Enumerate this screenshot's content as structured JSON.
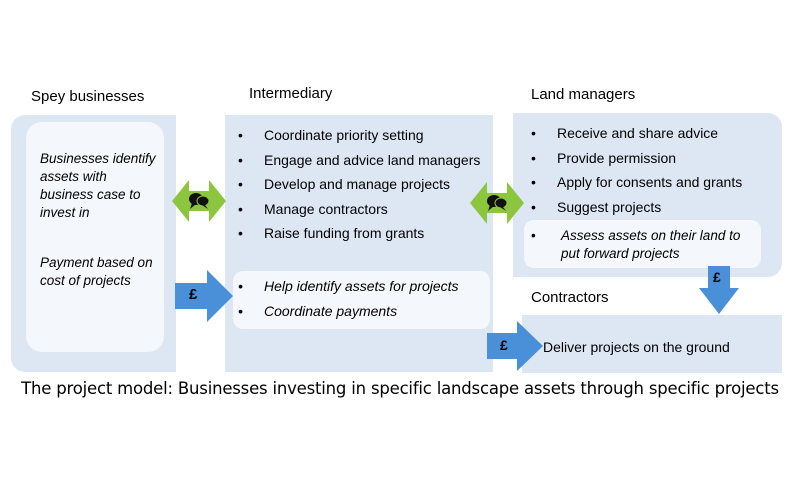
{
  "headings": {
    "spey": "Spey businesses",
    "intermediary": "Intermediary",
    "land_managers": "Land managers",
    "contractors": "Contractors"
  },
  "spey": {
    "text1": "Businesses identify assets with business case to invest in",
    "text2": "Payment based on cost of projects"
  },
  "intermediary": {
    "items": [
      "Coordinate priority setting",
      "Engage and advice land managers",
      "Develop and manage projects",
      "Manage contractors",
      "Raise funding from grants"
    ],
    "sub_items": [
      "Help identify assets for projects",
      "Coordinate payments"
    ]
  },
  "land_managers": {
    "items": [
      "Receive and share advice",
      "Provide permission",
      "Apply for consents and grants",
      "Suggest projects"
    ],
    "sub_item": "Assess assets on their land to put forward projects"
  },
  "contractors": {
    "text": "Deliver projects on the ground"
  },
  "arrows": {
    "pound_symbol": "£"
  },
  "colors": {
    "panel": "#dde7f3",
    "inner": "#f4f7fb",
    "green_arrow": "#8cc63f",
    "blue_arrow": "#4a90d9"
  },
  "caption": "The project model:  Businesses investing in specific landscape assets through specific projects"
}
